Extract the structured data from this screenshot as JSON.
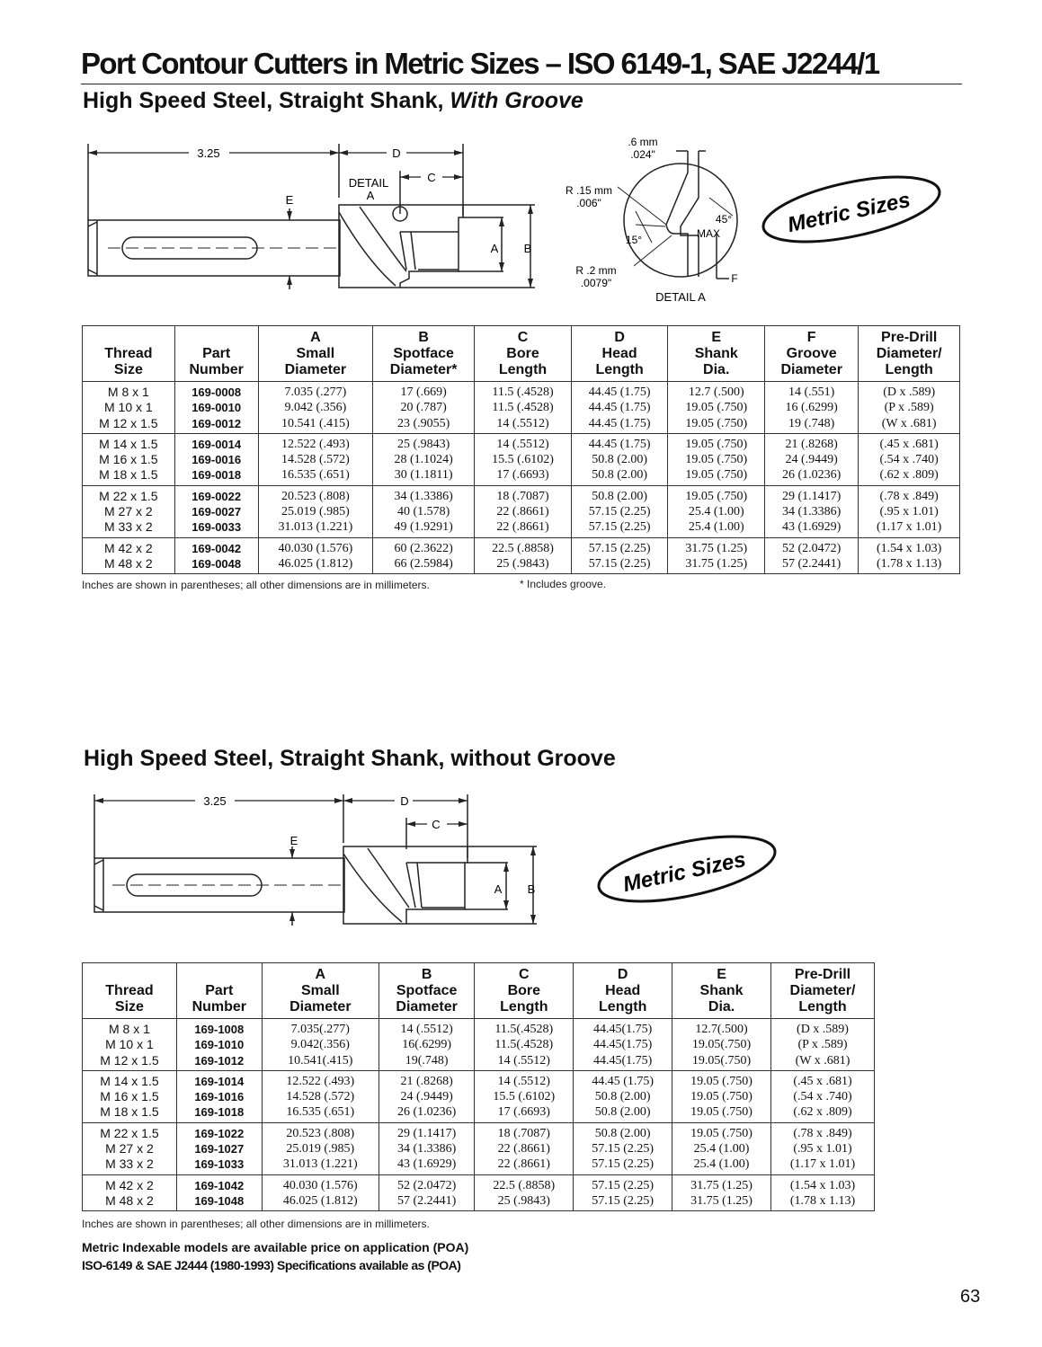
{
  "page_title": "Port Contour Cutters in Metric Sizes – ISO 6149-1, SAE J2244/1",
  "section1": {
    "title_main": "High Speed Steel, Straight Shank,",
    "title_em": "With Groove",
    "drawing": {
      "dim_overall": "3.25",
      "dim_d": "D",
      "dim_c": "C",
      "dim_e": "E",
      "dim_a": "A",
      "dim_b": "B",
      "detail_label_1": "DETAIL",
      "detail_label_2": "A"
    },
    "detail": {
      "top_mm": ".6 mm",
      "top_in": ".024\"",
      "r1_mm": "R .15 mm",
      "r1_in": ".006\"",
      "angle_45": "45°",
      "max": "MAX",
      "angle_15": "15°",
      "r2_mm": "R .2 mm",
      "r2_in": ".0079\"",
      "f": "F",
      "caption": "DETAIL A"
    },
    "badge": "Metric Sizes",
    "table": {
      "headers": [
        [
          "",
          "Thread",
          "Size"
        ],
        [
          "",
          "Part",
          "Number"
        ],
        [
          "A",
          "Small",
          "Diameter"
        ],
        [
          "B",
          "Spotface",
          "Diameter*"
        ],
        [
          "C",
          "Bore",
          "Length"
        ],
        [
          "D",
          "Head",
          "Length"
        ],
        [
          "E",
          "Shank",
          "Dia."
        ],
        [
          "F",
          "Groove",
          "Diameter"
        ],
        [
          "Pre-Drill",
          "Diameter/",
          "Length"
        ]
      ],
      "rows": [
        [
          "M 8 x 1",
          "169-0008",
          "7.035 (.277)",
          "17 (.669)",
          "11.5 (.4528)",
          "44.45 (1.75)",
          "12.7 (.500)",
          "14 (.551)",
          "(D x .589)"
        ],
        [
          "M 10 x 1",
          "169-0010",
          "9.042 (.356)",
          "20 (.787)",
          "11.5 (.4528)",
          "44.45 (1.75)",
          "19.05 (.750)",
          "16 (.6299)",
          "(P x .589)"
        ],
        [
          "M 12 x 1.5",
          "169-0012",
          "10.541 (.415)",
          "23 (.9055)",
          "14 (.5512)",
          "44.45 (1.75)",
          "19.05 (.750)",
          "19 (.748)",
          "(W x .681)"
        ],
        [
          "M 14 x 1.5",
          "169-0014",
          "12.522 (.493)",
          "25 (.9843)",
          "14 (.5512)",
          "44.45 (1.75)",
          "19.05 (.750)",
          "21 (.8268)",
          "(.45 x .681)"
        ],
        [
          "M 16 x 1.5",
          "169-0016",
          "14.528 (.572)",
          "28 (1.1024)",
          "15.5 (.6102)",
          "50.8 (2.00)",
          "19.05 (.750)",
          "24 (.9449)",
          "(.54 x .740)"
        ],
        [
          "M 18 x 1.5",
          "169-0018",
          "16.535 (.651)",
          "30 (1.1811)",
          "17 (.6693)",
          "50.8 (2.00)",
          "19.05 (.750)",
          "26 (1.0236)",
          "(.62 x .809)"
        ],
        [
          "M 22 x 1.5",
          "169-0022",
          "20.523 (.808)",
          "34 (1.3386)",
          "18 (.7087)",
          "50.8 (2.00)",
          "19.05 (.750)",
          "29 (1.1417)",
          "(.78 x .849)"
        ],
        [
          "M 27 x 2",
          "169-0027",
          "25.019 (.985)",
          "40 (1.578)",
          "22 (.8661)",
          "57.15 (2.25)",
          "25.4 (1.00)",
          "34 (1.3386)",
          "(.95 x 1.01)"
        ],
        [
          "M 33 x 2",
          "169-0033",
          "31.013 (1.221)",
          "49 (1.9291)",
          "22 (.8661)",
          "57.15 (2.25)",
          "25.4 (1.00)",
          "43 (1.6929)",
          "(1.17 x 1.01)"
        ],
        [
          "M 42 x 2",
          "169-0042",
          "40.030 (1.576)",
          "60 (2.3622)",
          "22.5 (.8858)",
          "57.15 (2.25)",
          "31.75 (1.25)",
          "52 (2.0472)",
          "(1.54 x 1.03)"
        ],
        [
          "M 48 x 2",
          "169-0048",
          "46.025 (1.812)",
          "66 (2.5984)",
          "25 (.9843)",
          "57.15 (2.25)",
          "31.75 (1.25)",
          "57 (2.2441)",
          "(1.78 x 1.13)"
        ]
      ]
    },
    "note": "Inches are shown in parentheses; all other dimensions are in millimeters.",
    "footnote": "* Includes groove."
  },
  "section2": {
    "title": "High Speed Steel, Straight Shank, without Groove",
    "drawing": {
      "dim_overall": "3.25",
      "dim_d": "D",
      "dim_c": "C",
      "dim_e": "E",
      "dim_a": "A",
      "dim_b": "B"
    },
    "badge": "Metric Sizes",
    "table": {
      "headers": [
        [
          "",
          "Thread",
          "Size"
        ],
        [
          "",
          "Part",
          "Number"
        ],
        [
          "A",
          "Small",
          "Diameter"
        ],
        [
          "B",
          "Spotface",
          "Diameter"
        ],
        [
          "C",
          "Bore",
          "Length"
        ],
        [
          "D",
          "Head",
          "Length"
        ],
        [
          "E",
          "Shank",
          "Dia."
        ],
        [
          "Pre-Drill",
          "Diameter/",
          "Length"
        ]
      ],
      "rows": [
        [
          "M 8 x 1",
          "169-1008",
          "7.035(.277)",
          "14 (.5512)",
          "11.5(.4528)",
          "44.45(1.75)",
          "12.7(.500)",
          "(D x .589)"
        ],
        [
          "M 10 x 1",
          "169-1010",
          "9.042(.356)",
          "16(.6299)",
          "11.5(.4528)",
          "44.45(1.75)",
          "19.05(.750)",
          "(P x .589)"
        ],
        [
          "M 12 x 1.5",
          "169-1012",
          "10.541(.415)",
          "19(.748)",
          "14 (.5512)",
          "44.45(1.75)",
          "19.05(.750)",
          "(W x .681)"
        ],
        [
          "M 14 x 1.5",
          "169-1014",
          "12.522 (.493)",
          "21 (.8268)",
          "14 (.5512)",
          "44.45 (1.75)",
          "19.05 (.750)",
          "(.45 x .681)"
        ],
        [
          "M 16 x 1.5",
          "169-1016",
          "14.528 (.572)",
          "24 (.9449)",
          "15.5 (.6102)",
          "50.8 (2.00)",
          "19.05 (.750)",
          "(.54 x .740)"
        ],
        [
          "M 18 x 1.5",
          "169-1018",
          "16.535 (.651)",
          "26 (1.0236)",
          "17 (.6693)",
          "50.8 (2.00)",
          "19.05 (.750)",
          "(.62 x .809)"
        ],
        [
          "M 22 x 1.5",
          "169-1022",
          "20.523 (.808)",
          "29 (1.1417)",
          "18 (.7087)",
          "50.8 (2.00)",
          "19.05 (.750)",
          "(.78 x .849)"
        ],
        [
          "M 27 x 2",
          "169-1027",
          "25.019 (.985)",
          "34 (1.3386)",
          "22 (.8661)",
          "57.15 (2.25)",
          "25.4 (1.00)",
          "(.95 x 1.01)"
        ],
        [
          "M 33 x 2",
          "169-1033",
          "31.013 (1.221)",
          "43 (1.6929)",
          "22 (.8661)",
          "57.15 (2.25)",
          "25.4 (1.00)",
          "(1.17 x 1.01)"
        ],
        [
          "M 42 x 2",
          "169-1042",
          "40.030 (1.576)",
          "52 (2.0472)",
          "22.5 (.8858)",
          "57.15 (2.25)",
          "31.75 (1.25)",
          "(1.54 x 1.03)"
        ],
        [
          "M 48 x 2",
          "169-1048",
          "46.025 (1.812)",
          "57 (2.2441)",
          "25 (.9843)",
          "57.15 (2.25)",
          "31.75 (1.25)",
          "(1.78 x 1.13)"
        ]
      ]
    },
    "note": "Inches are shown in parentheses; all other dimensions are in millimeters."
  },
  "poa_line_1": "Metric Indexable models are available price on application (POA)",
  "poa_line_2": "ISO-6149 & SAE J2444 (1980-1993) Specifications available as (POA)",
  "page_number": "63"
}
